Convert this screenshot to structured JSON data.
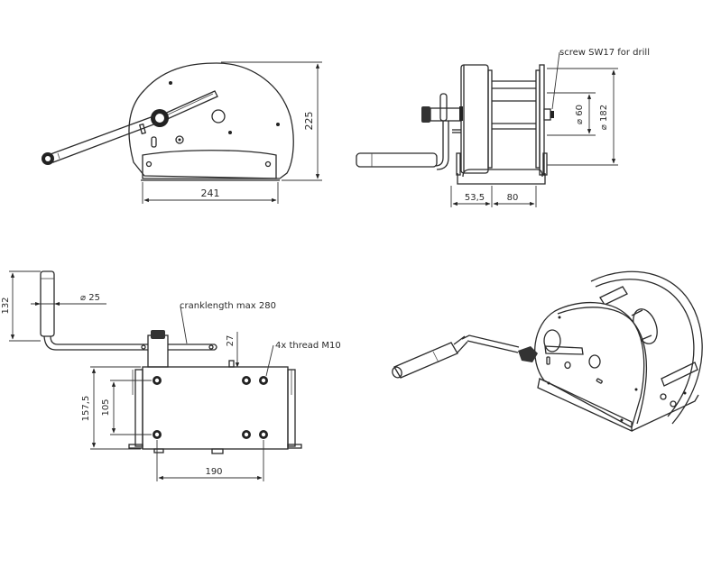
{
  "drawing": {
    "title": "Hand winch dimension drawing",
    "views": {
      "front": {
        "dimensions": {
          "width": "241",
          "height": "225"
        }
      },
      "side": {
        "annotation": "screw SW17 for drill",
        "dimensions": {
          "offset": "53,5",
          "drum_width": "80",
          "drum_dia": "⌀ 60",
          "flange_dia": "⌀ 182"
        }
      },
      "top": {
        "annotations": {
          "crank": "cranklength max 280",
          "thread": "4x thread M10"
        },
        "dimensions": {
          "handle_length": "132",
          "handle_dia": "⌀ 25",
          "depth": "157,5",
          "hole_spacing_y": "105",
          "hole_spacing_x": "190",
          "top_offset": "27"
        }
      },
      "isometric": {
        "label": ""
      }
    },
    "colors": {
      "line": "#2a2a2a",
      "background": "#ffffff"
    }
  }
}
